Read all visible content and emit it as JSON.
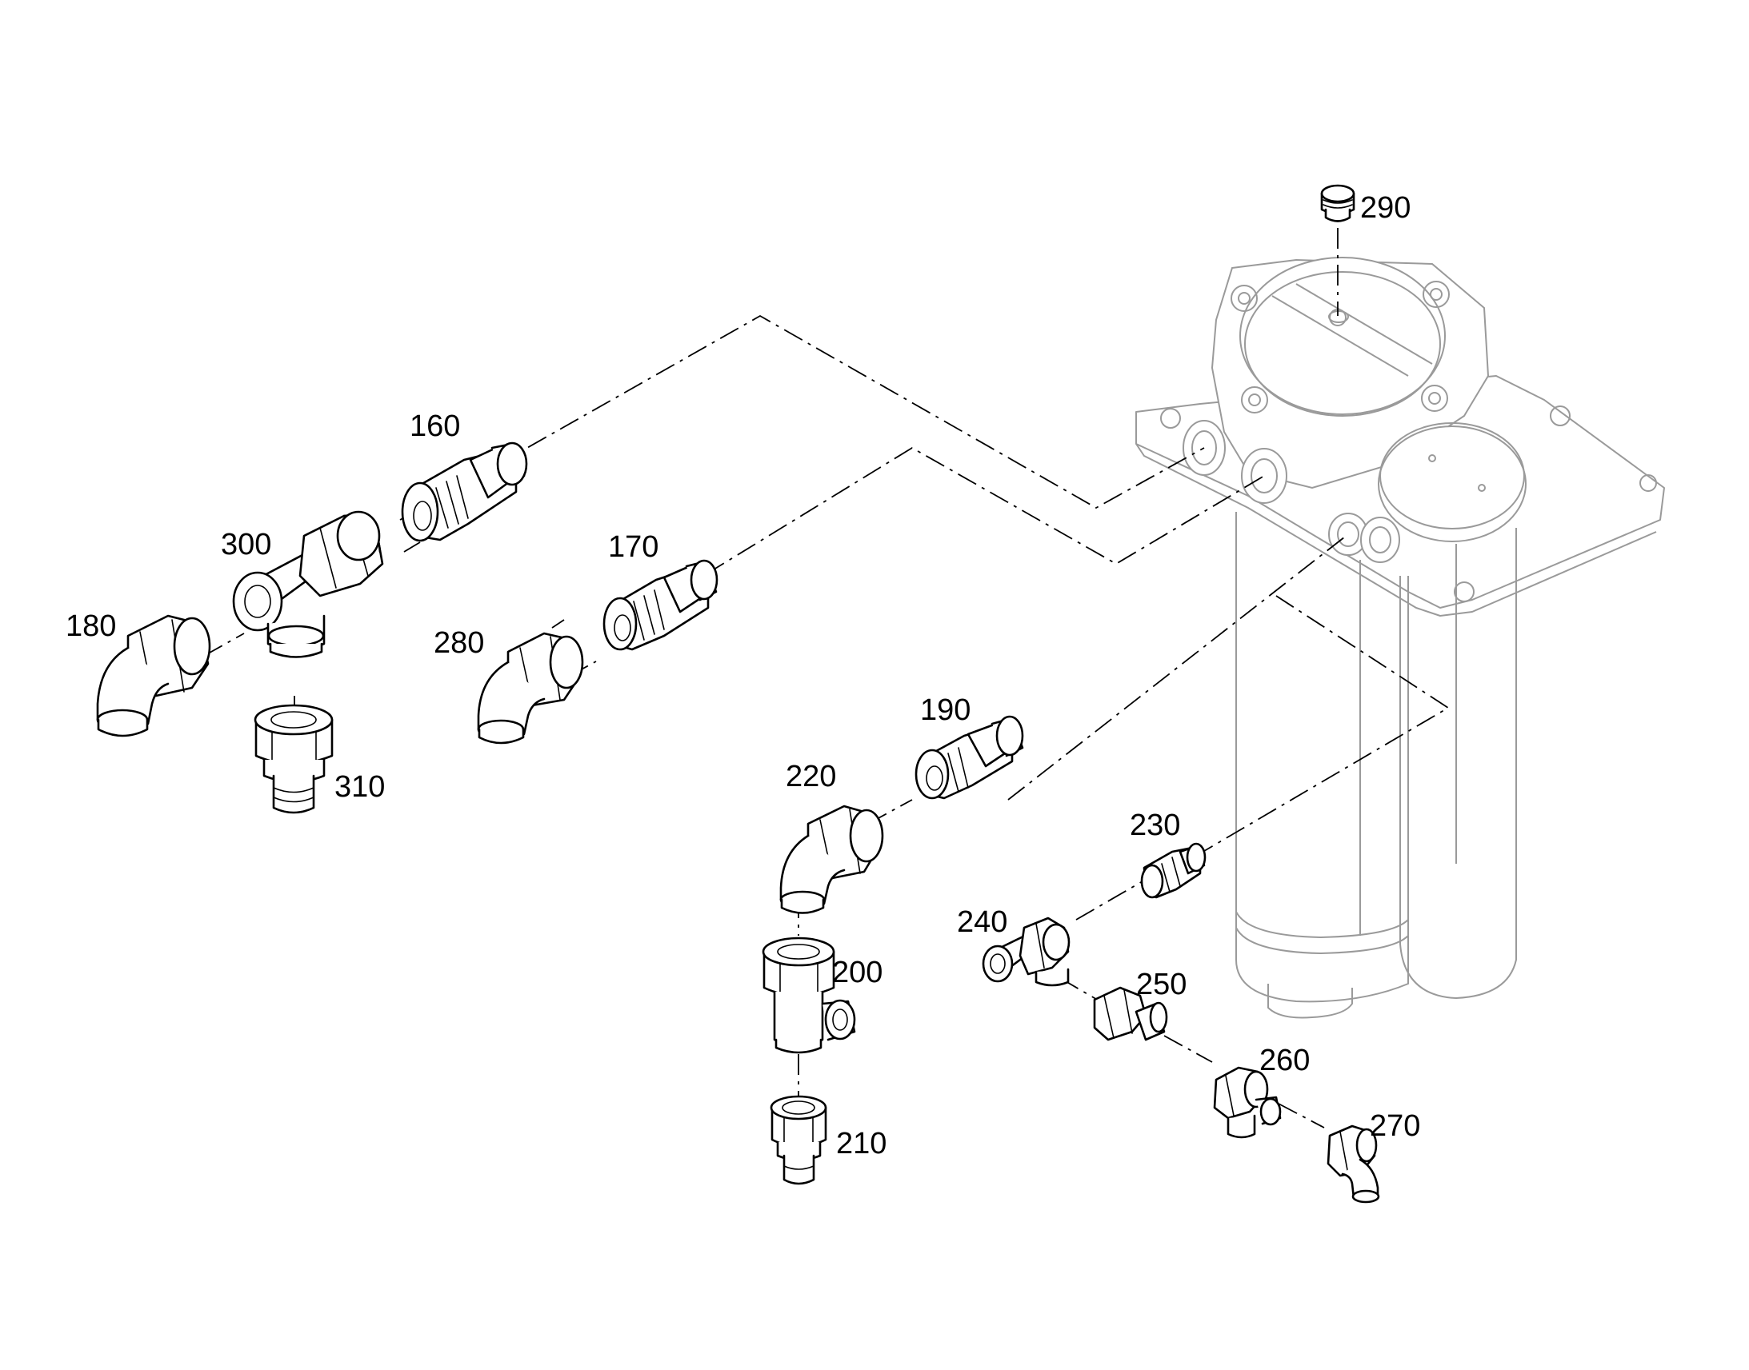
{
  "callouts": [
    {
      "id": "160",
      "text": "160"
    },
    {
      "id": "170",
      "text": "170"
    },
    {
      "id": "180",
      "text": "180"
    },
    {
      "id": "190",
      "text": "190"
    },
    {
      "id": "200",
      "text": "200"
    },
    {
      "id": "210",
      "text": "210"
    },
    {
      "id": "220",
      "text": "220"
    },
    {
      "id": "230",
      "text": "230"
    },
    {
      "id": "240",
      "text": "240"
    },
    {
      "id": "250",
      "text": "250"
    },
    {
      "id": "260",
      "text": "260"
    },
    {
      "id": "270",
      "text": "270"
    },
    {
      "id": "280",
      "text": "280"
    },
    {
      "id": "290",
      "text": "290"
    },
    {
      "id": "300",
      "text": "300"
    },
    {
      "id": "310",
      "text": "310"
    }
  ]
}
